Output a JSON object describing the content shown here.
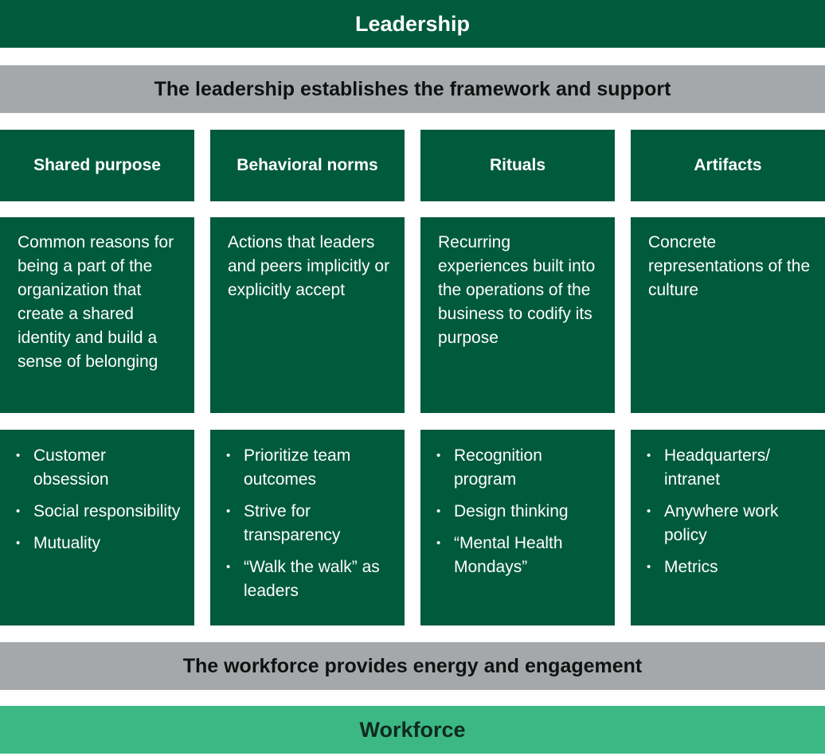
{
  "header": {
    "title": "Leadership",
    "leadership_statement": "The leadership establishes the framework and support"
  },
  "columns": [
    {
      "title": "Shared purpose",
      "description": "Common reasons for being a part of the organization that create a shared identity and build a sense of belonging",
      "examples": [
        "Customer obsession",
        "Social responsibility",
        "Mutuality"
      ]
    },
    {
      "title": "Behavioral norms",
      "description": "Actions that leaders and peers implicitly or explicitly accept",
      "examples": [
        "Prioritize team outcomes",
        "Strive for transparency",
        "“Walk the walk” as leaders"
      ]
    },
    {
      "title": "Rituals",
      "description": "Recurring experiences built into the operations of the business to codify its purpose",
      "examples": [
        "Recognition program",
        "Design thinking",
        "“Mental Health Mondays”"
      ]
    },
    {
      "title": "Artifacts",
      "description": "Concrete representations of the culture",
      "examples": [
        "Headquarters/ intranet",
        "Anywhere work policy",
        "Metrics"
      ]
    }
  ],
  "footer": {
    "workforce_statement": "The workforce provides energy and engagement",
    "title": "Workforce"
  },
  "colors": {
    "dark_green": "#005a3c",
    "gray": "#a5a8aa",
    "light_green": "#3cb884"
  }
}
